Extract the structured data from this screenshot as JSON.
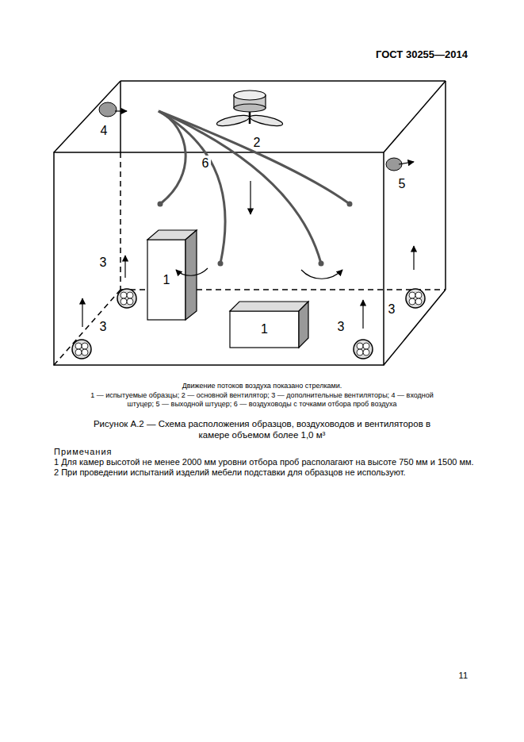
{
  "diagram": {
    "caption": "Рисунок А.2 — Схема расположения образцов, воздуховодов и вентиляторов в камере объемом более 1,0 м³",
    "nodes": [
      {
        "text": [
          "1"
        ]
      },
      {
        "text": [
          "1"
        ]
      }
    ],
    "labels": [
      "ГОСТ 30255—2014",
      "4",
      "2",
      "6",
      "5",
      "3",
      "3",
      "3",
      "3",
      "Движение потоков воздуха показано стрелками.",
      "1 — испытуемые образцы; 2 — основной вентилятор; 3 — дополнительные вентиляторы; 4 — входной штуцер; 5 — выходной штуцер; 6 — воздуховоды с точками отбора проб воздуха",
      "Примечания",
      "1 Для камер высотой не менее 2000 мм уровни отбора проб располагают на высоте 750 мм и 1500 мм.",
      "2 При проведении испытаний изделий мебели подставки для образцов не используют.",
      "11"
    ]
  }
}
